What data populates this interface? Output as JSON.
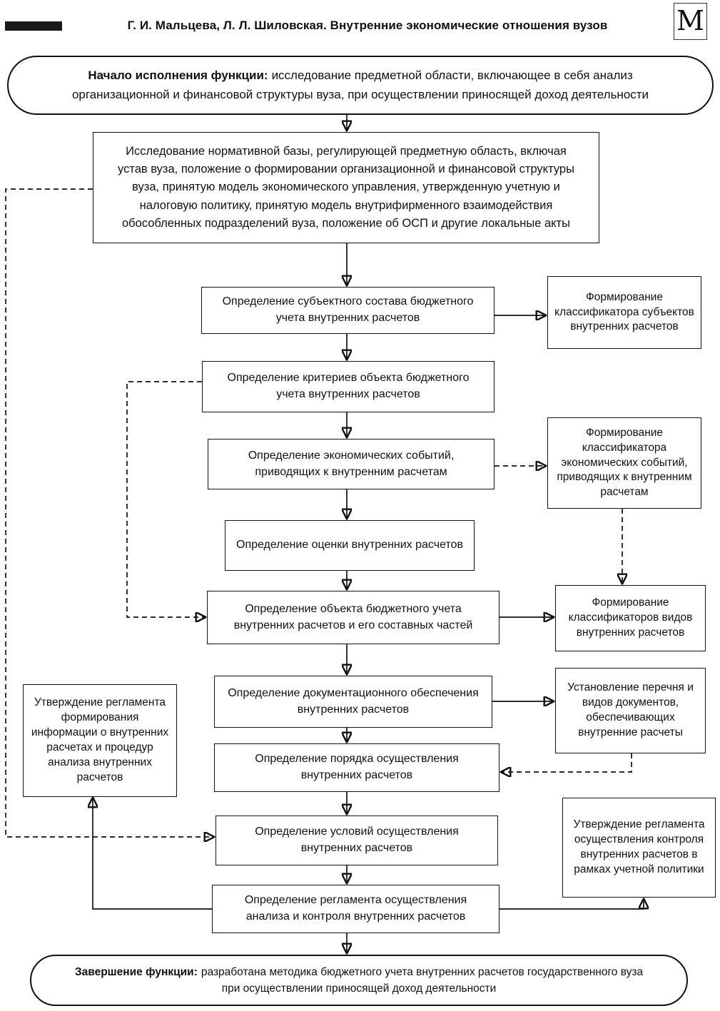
{
  "header": {
    "title": "Г. И. Мальцева, Л. Л. Шиловская. Внутренние экономические отношения вузов",
    "logo_letter": "M"
  },
  "flowchart": {
    "start_label": "Начало исполнения функции:",
    "start_text": "исследование предметной области, включающее в себя анализ организационной и финансовой структуры вуза, при осуществлении приносящей доход деятельности",
    "end_label": "Завершение функции:",
    "end_text": "разработана методика бюджетного учета внутренних расчетов государственного вуза при осуществлении приносящей доход деятельности",
    "nodes": {
      "norm_base": "Исследование нормативной базы, регулирующей предметную область, включая устав вуза, положение о формировании организационной и финансовой структуры вуза, принятую модель экономического управления, утвержденную учетную и налоговую политику, принятую модель внутрифирменного взаимодействия обособленных подразделений вуза, положение об ОСП и другие локальные акты",
      "subjects": "Определение субъектного состава бюджетного учета внутренних расчетов",
      "classifier_subjects": "Формирование классификатора субъектов внутренних расчетов",
      "criteria": "Определение критериев объекта бюджетного учета внутренних расчетов",
      "events": "Определение экономических событий, приводящих к внутренним расчетам",
      "classifier_events": "Формирование классификатора экономических событий, приводящих к внутренним расчетам",
      "evaluation": "Определение оценки внутренних расчетов",
      "object": "Определение объекта бюджетного учета внутренних расчетов и его составных частей",
      "classifier_kinds": "Формирование классификаторов видов внутренних расчетов",
      "documentation": "Определение документационного обеспечения внутренних расчетов",
      "documents_list": "Установление перечня и видов документов, обеспечивающих внутренние расчеты",
      "order": "Определение порядка осуществления внутренних расчетов",
      "approve_info": "Утверждение регламента формирования информации о внутренних расчетах и процедур анализа внутренних расчетов",
      "conditions": "Определение условий осуществления внутренних расчетов",
      "approve_control": "Утверждение регламента осуществления контроля внутренних расчетов в рамках учетной политики",
      "regulation": "Определение регламента осуществления анализа и контроля внутренних расчетов"
    }
  }
}
